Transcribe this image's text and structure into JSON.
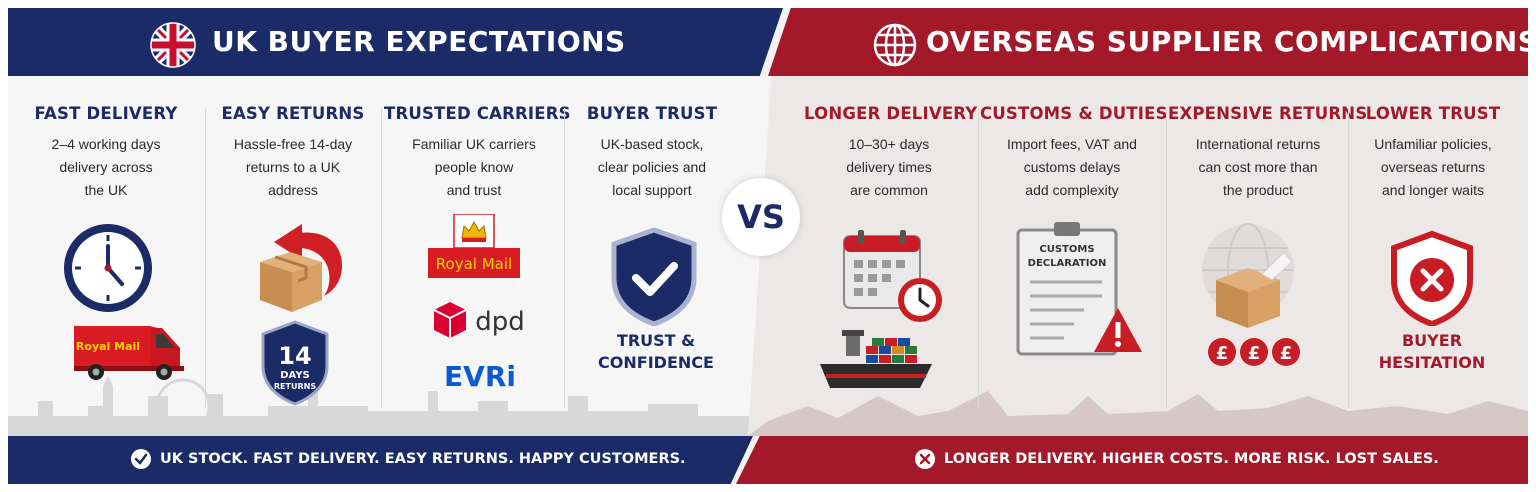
{
  "left": {
    "title": "UK BUYER EXPECTATIONS",
    "columns": [
      {
        "title": "FAST DELIVERY",
        "text": [
          "2–4 working days",
          "delivery across",
          "the UK"
        ]
      },
      {
        "title": "EASY RETURNS",
        "text": [
          "Hassle-free 14-day",
          "returns to a UK",
          "address"
        ]
      },
      {
        "title": "TRUSTED CARRIERS",
        "text": [
          "Familiar UK carriers",
          "people know",
          "and trust"
        ]
      },
      {
        "title": "BUYER TRUST",
        "text": [
          "UK-based stock,",
          "clear policies and",
          "local support"
        ]
      }
    ],
    "van_label": "Royal Mail",
    "badge": {
      "number": "14",
      "line1": "DAYS",
      "line2": "RETURNS"
    },
    "carriers": {
      "royal_mail": "Royal Mail",
      "dpd": "dpd",
      "evri": "EVRi"
    },
    "trust_caption": [
      "TRUST &",
      "CONFIDENCE"
    ],
    "footer": "UK STOCK. FAST DELIVERY. EASY RETURNS. HAPPY CUSTOMERS."
  },
  "vs": "VS",
  "right": {
    "title": "OVERSEAS SUPPLIER COMPLICATIONS",
    "columns": [
      {
        "title": "LONGER DELIVERY",
        "text": [
          "10–30+ days",
          "delivery times",
          "are common"
        ]
      },
      {
        "title": "CUSTOMS & DUTIES",
        "text": [
          "Import fees, VAT and",
          "customs delays",
          "add complexity"
        ]
      },
      {
        "title": "EXPENSIVE RETURNS",
        "text": [
          "International returns",
          "can cost more than",
          "the product"
        ]
      },
      {
        "title": "LOWER TRUST",
        "text": [
          "Unfamiliar policies,",
          "overseas returns",
          "and longer waits"
        ]
      }
    ],
    "customs_form": [
      "CUSTOMS",
      "DECLARATION"
    ],
    "currency": "£",
    "hesitation_caption": [
      "BUYER",
      "HESITATION"
    ],
    "footer": "LONGER DELIVERY. HIGHER COSTS. MORE RISK. LOST SALES."
  },
  "colors": {
    "navy": "#1a2b68",
    "red": "#a3192a"
  }
}
